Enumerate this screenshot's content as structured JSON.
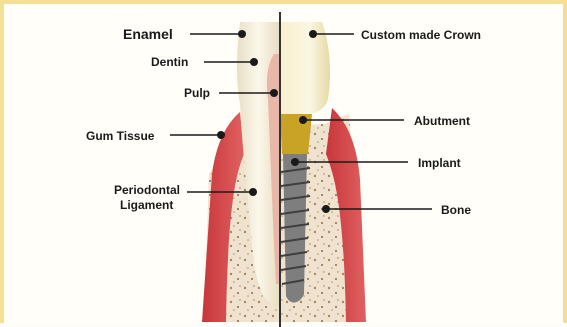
{
  "labels": {
    "enamel": "Enamel",
    "dentin": "Dentin",
    "pulp": "Pulp",
    "gum_tissue": "Gum Tissue",
    "periodontal_line1": "Periodontal",
    "periodontal_line2": "Ligament",
    "custom_crown": "Custom made Crown",
    "abutment": "Abutment",
    "implant": "Implant",
    "bone": "Bone"
  },
  "colors": {
    "border": "#f3df95",
    "gum": "#d94a4a",
    "bone": "#efe3cf",
    "crown": "#f4ecc4",
    "abutment": "#c9a326",
    "implant": "#8a8a8a",
    "divider": "#333333"
  }
}
